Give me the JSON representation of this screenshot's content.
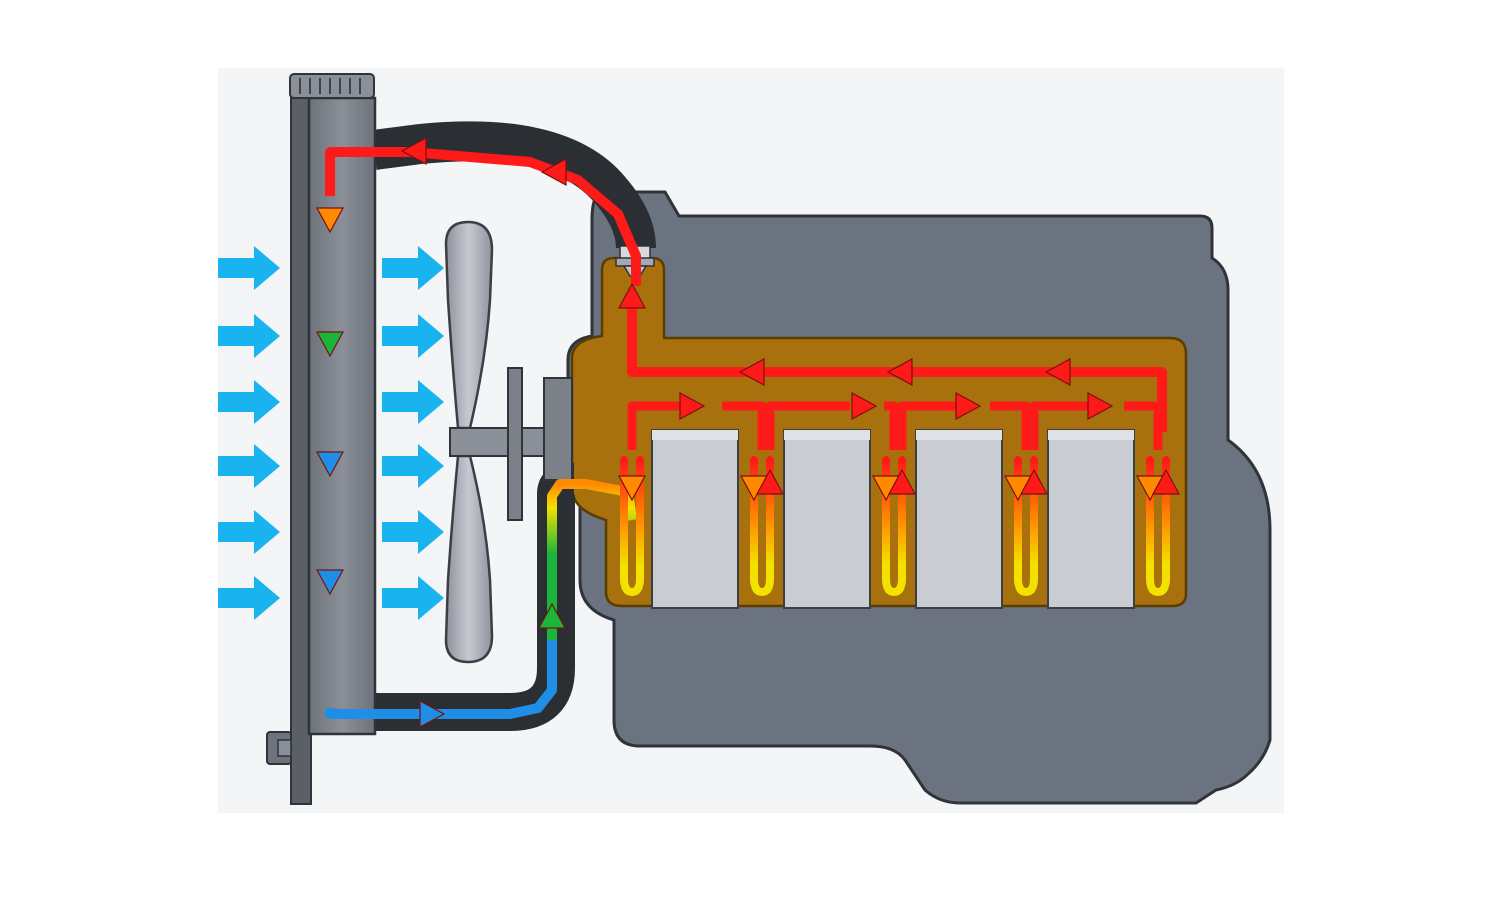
{
  "diagram": {
    "colors": {
      "background": "#ffffff",
      "panel": "#f4f5f7",
      "engine_block": "#6c7380",
      "engine_outline": "#2f333a",
      "water_jacket": "#a8710d",
      "cylinder": "#c9ccd3",
      "radiator": "#7b8089",
      "radiator_dark": "#5b6068",
      "hose": "#2b2e33",
      "fan_blade": "#b3b7bf",
      "air_flow": "#19b4f0",
      "hot": "#ff1a1a",
      "warm": "#ff8a00",
      "mid": "#f3e200",
      "cool_green": "#1bb53b",
      "cold": "#1e8ee6"
    },
    "components": [
      "radiator",
      "radiator-cap",
      "drain-plug",
      "upper-hose",
      "lower-hose",
      "thermostat",
      "cooling-fan",
      "fan-pulley",
      "engine-block",
      "water-jacket",
      "cylinders"
    ],
    "air_flow": {
      "left_arrow_count": 6,
      "right_arrow_count": 6
    },
    "cylinder_count": 4
  }
}
